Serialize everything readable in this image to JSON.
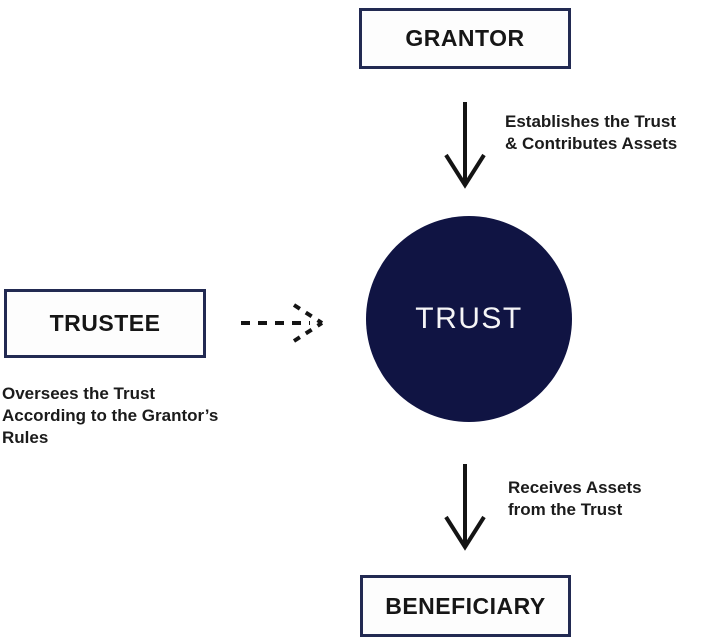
{
  "colors": {
    "background": "#ffffff",
    "box_border_navy": "#222a52",
    "circle_navy": "#101443",
    "arrow_black": "#141414",
    "text_black": "#1b1b1b",
    "circle_text_white": "#f5f5f7"
  },
  "nodes": {
    "grantor": {
      "label": "GRANTOR"
    },
    "trust": {
      "label": "TRUST"
    },
    "trustee": {
      "label": "TRUSTEE"
    },
    "beneficiary": {
      "label": "BENEFICIARY"
    }
  },
  "edges": {
    "grantor_to_trust": {
      "type": "solid-arrow-down",
      "label_lines": [
        "Establishes the Trust",
        "& Contributes Assets"
      ]
    },
    "trustee_to_trust": {
      "type": "dashed-arrow-right",
      "label_lines": [
        "Oversees the Trust",
        "According to the Grantor’s",
        "Rules"
      ]
    },
    "trust_to_beneficiary": {
      "type": "solid-arrow-down",
      "label_lines": [
        "Receives Assets",
        "from the Trust"
      ]
    }
  }
}
